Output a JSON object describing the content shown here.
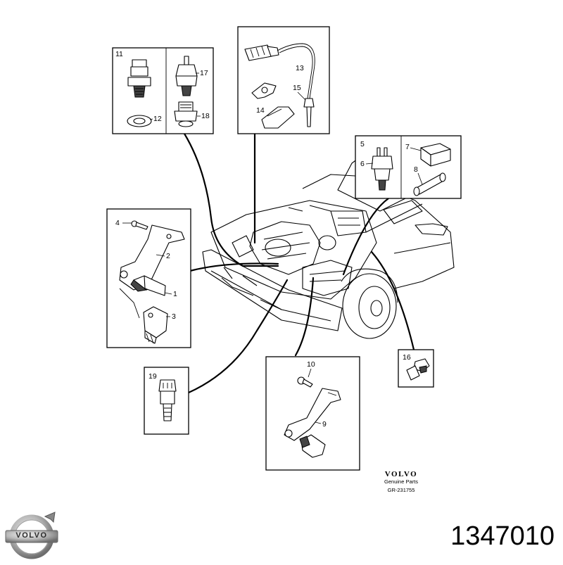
{
  "callouts": {
    "n1": "1",
    "n2": "2",
    "n3": "3",
    "n4": "4",
    "n5": "5",
    "n6": "6",
    "n7": "7",
    "n8": "8",
    "n9": "9",
    "n10": "10",
    "n11": "11",
    "n12": "12",
    "n13": "13",
    "n14": "14",
    "n15": "15",
    "n16": "16",
    "n17": "17",
    "n18": "18",
    "n19": "19"
  },
  "brand": {
    "wordmark": "VOLVO",
    "subtitle": "Genuine Parts",
    "reference": "GR-231755"
  },
  "logo": {
    "text": "VOLVO",
    "icon": "volvo-iron-mark-icon"
  },
  "part_number": "1347010"
}
